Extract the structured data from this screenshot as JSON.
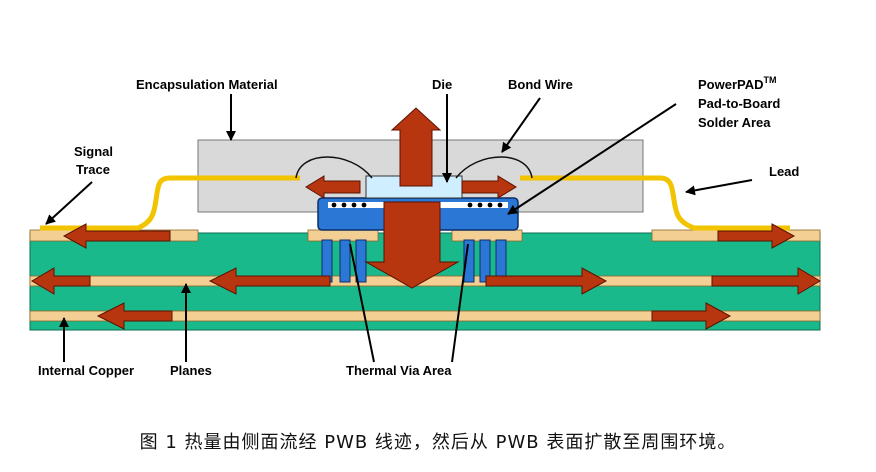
{
  "labels": {
    "encapsulation": "Encapsulation Material",
    "die": "Die",
    "bond_wire": "Bond Wire",
    "powerpad_line1": "PowerPAD",
    "powerpad_tm": "TM",
    "powerpad_line2": "Pad-to-Board",
    "powerpad_line3": "Solder Area",
    "signal_line1": "Signal",
    "signal_line2": "Trace",
    "lead": "Lead",
    "internal_copper": "Internal Copper",
    "planes": "Planes",
    "thermal_via": "Thermal Via Area"
  },
  "caption": "图 1 热量由侧面流经 PWB 线迹，然后从 PWB 表面扩散至周围环境。",
  "colors": {
    "board": "#1ab98c",
    "copper": "#f3cf93",
    "arrow": "#b8360f",
    "arrow_stroke": "#5a1200",
    "via": "#2a77d6",
    "encapsulation": "#d9d9d9",
    "lead": "#f2c400"
  }
}
